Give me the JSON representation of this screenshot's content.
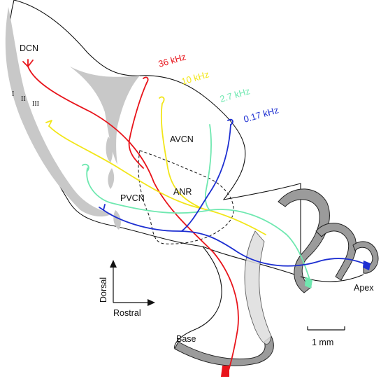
{
  "regions": {
    "dcn": "DCN",
    "avcn": "AVCN",
    "pvcn": "PVCN",
    "anr": "ANR"
  },
  "layers": [
    "I",
    "II",
    "III"
  ],
  "frequencies": [
    {
      "label": "36 kHz",
      "color": "#e8141b"
    },
    {
      "label": "10 kHz",
      "color": "#f2e61a"
    },
    {
      "label": "2.7 kHz",
      "color": "#6fe8b0"
    },
    {
      "label": "0.17 kHz",
      "color": "#1d2fd1"
    }
  ],
  "cochlea": {
    "base": "Base",
    "apex": "Apex"
  },
  "axes": {
    "vertical": "Dorsal",
    "horizontal": "Rostral"
  },
  "scale_bar": "1 mm"
}
